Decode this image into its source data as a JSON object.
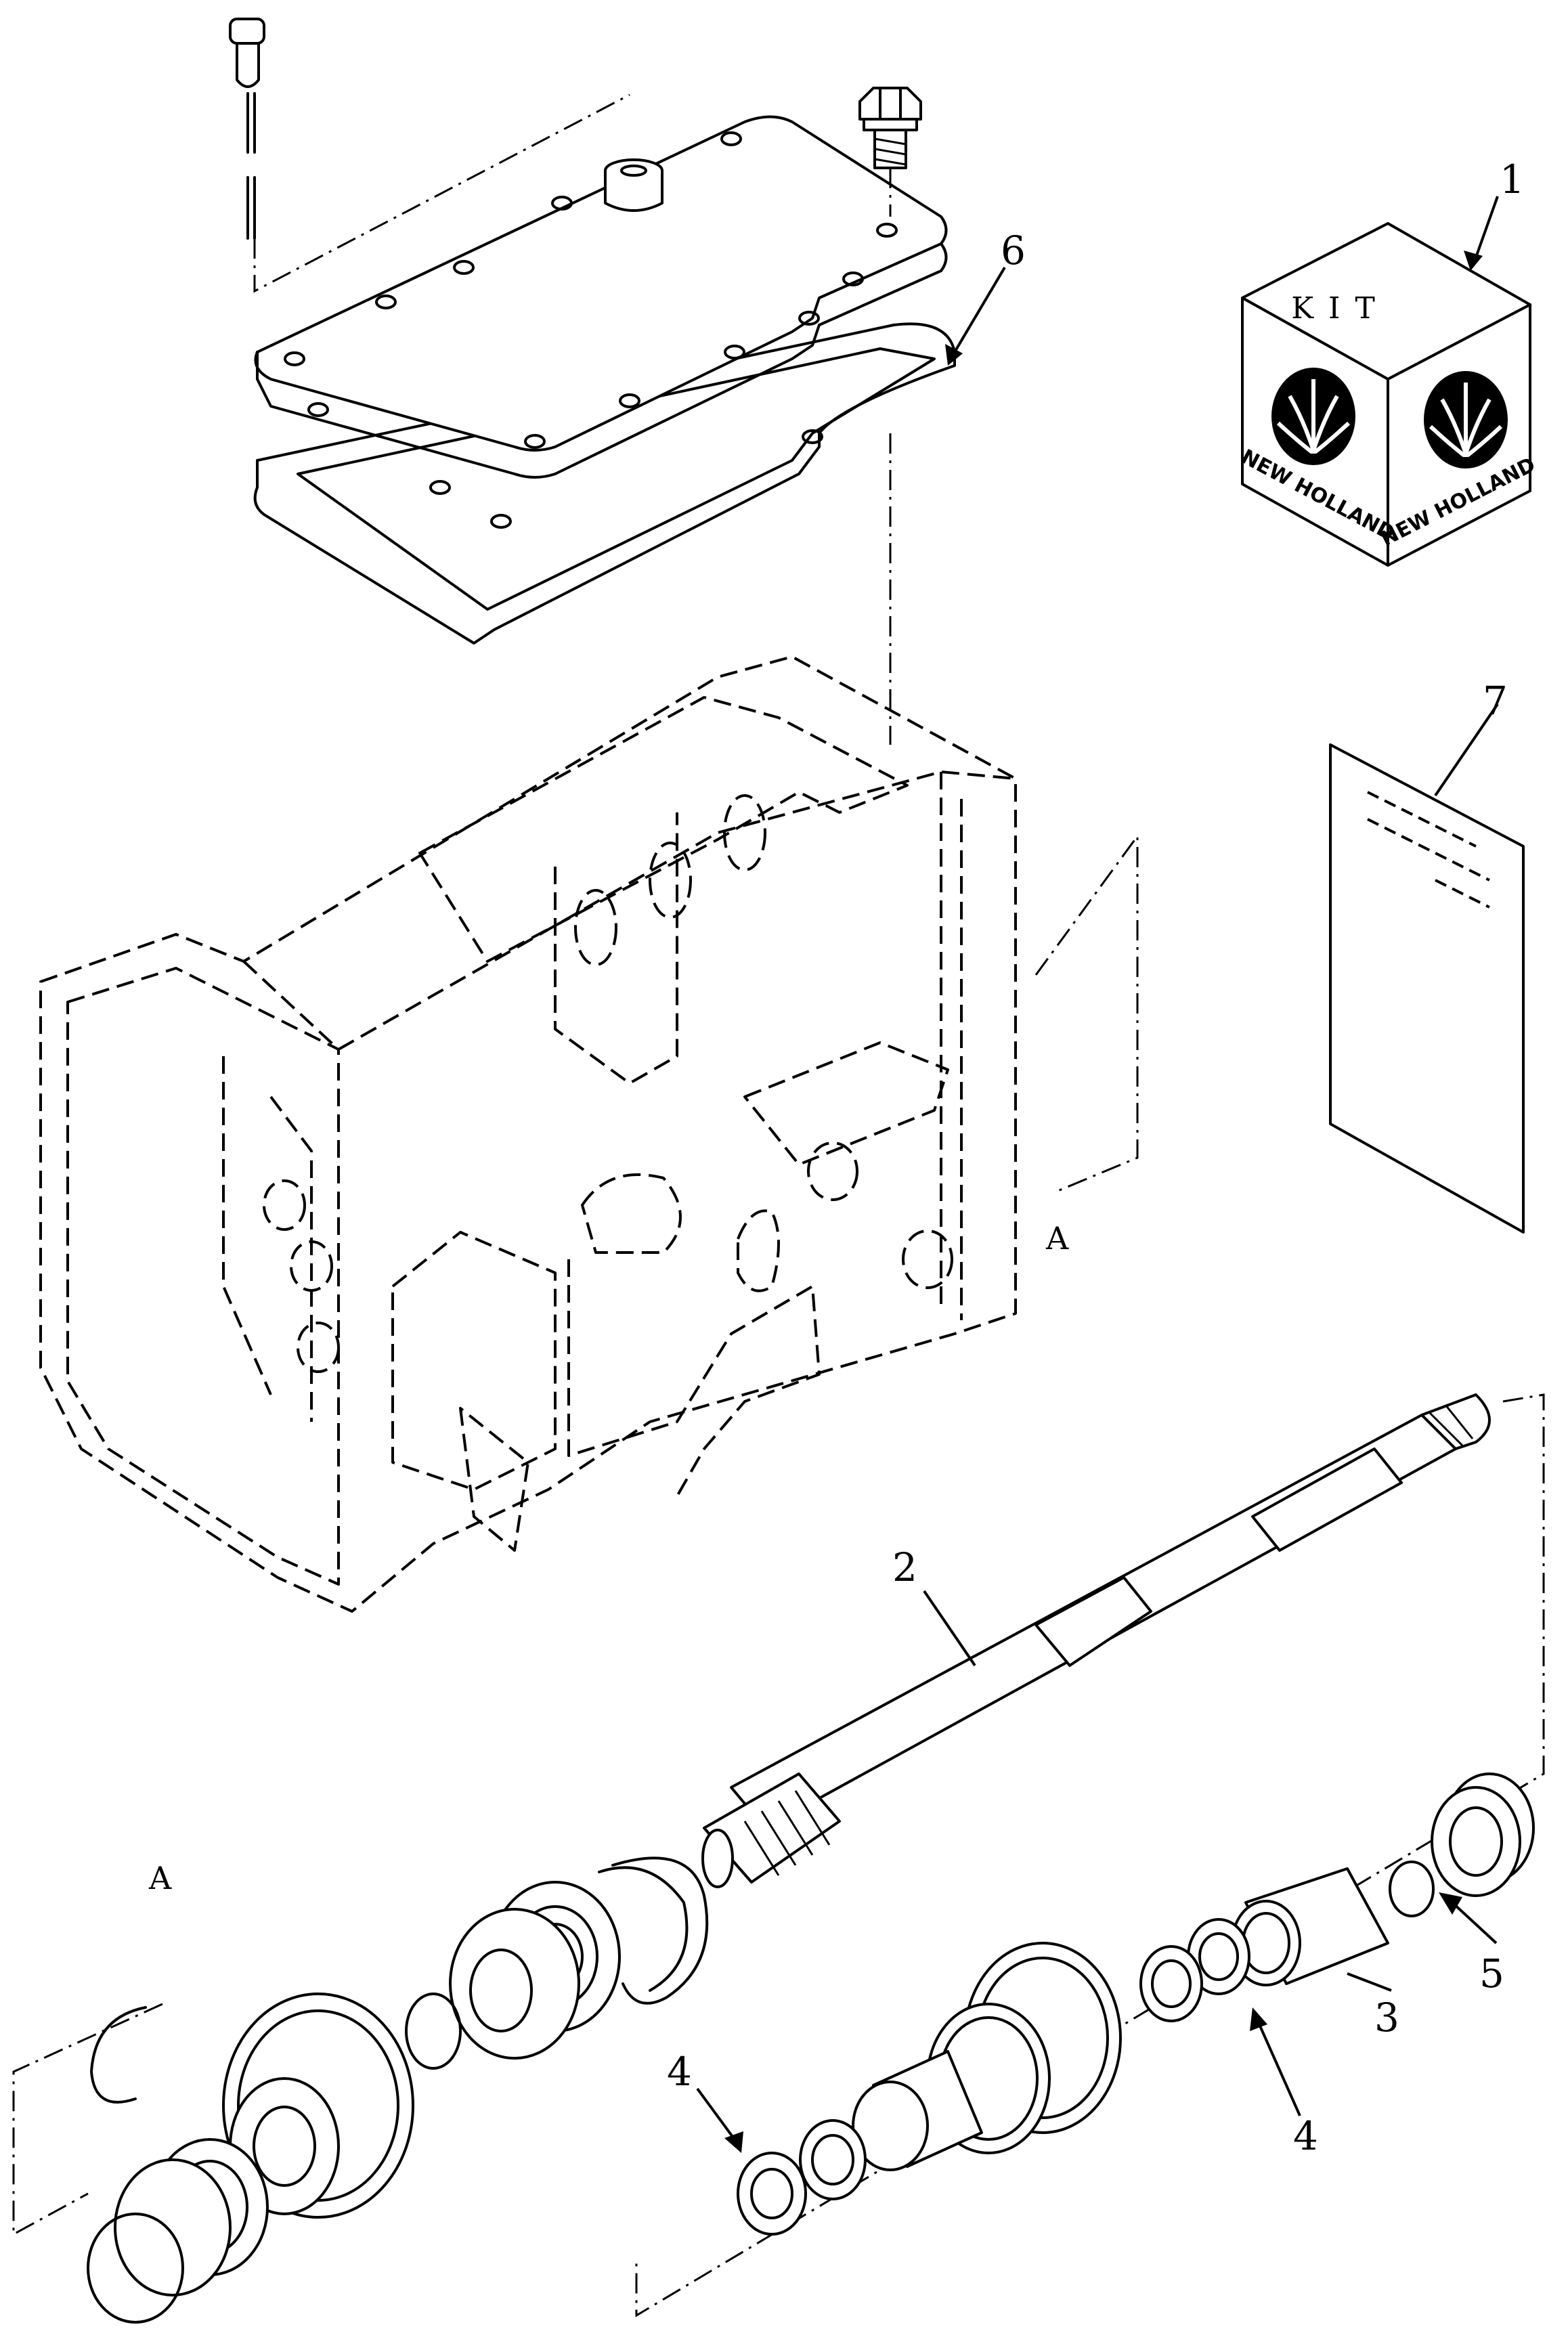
{
  "callouts": {
    "kit": "1",
    "shaft": "2",
    "sleeve": "3",
    "washer_right": "4",
    "washer_left": "4",
    "snap_ring": "5",
    "gasket": "6",
    "instructions": "7"
  },
  "view_labels": {
    "top": "A",
    "bottom": "A"
  },
  "kit_box": {
    "label": "KIT",
    "brand_left": "NEW HOLLAND",
    "brand_right": "NEW HOLLAND"
  }
}
